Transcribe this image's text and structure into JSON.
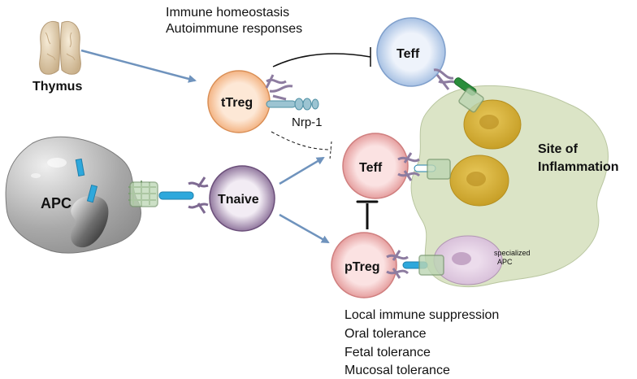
{
  "labels": {
    "thymus": "Thymus",
    "apc": "APC",
    "t_naive": "Tnaive",
    "t_treg": "tTreg",
    "nrp1": "Nrp-1",
    "teff_top": "Teff",
    "teff_mid": "Teff",
    "p_treg": "pTreg",
    "site_line1": "Site of",
    "site_line2": "Inflammation",
    "specialized_line1": "specialized",
    "specialized_line2": "APC"
  },
  "ttreg_functions": [
    "Immune homeostasis",
    "Autoimmune responses"
  ],
  "ptreg_functions": [
    "Local immune suppression",
    "Oral tolerance",
    "Fetal tolerance",
    "Mucosal tolerance"
  ],
  "colors": {
    "arrow": "#6f93bd",
    "ttreg": "#f3b27e",
    "teff_top": "#a9c3e6",
    "teff_red": "#e99b9b",
    "tnaive": "#8a6c97",
    "inflammation": "#dbe4c6",
    "inflamed_cell": "#d9b53a",
    "apc": "#a7a7a7",
    "receptor_green": "#bcd6b3",
    "antigen_blue": "#2ea8dc"
  }
}
